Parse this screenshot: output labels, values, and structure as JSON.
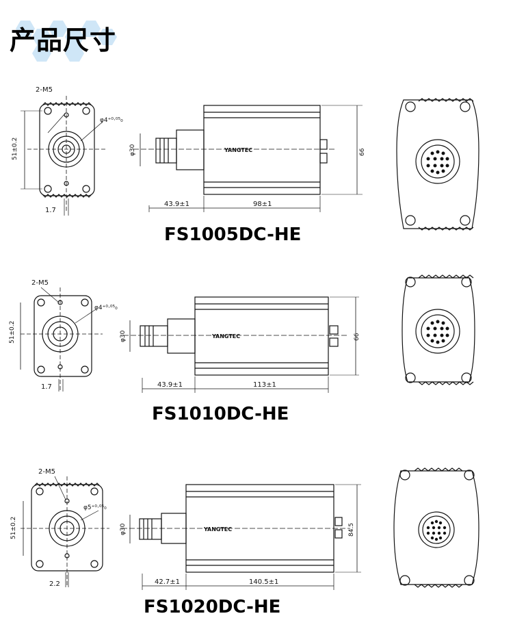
{
  "page": {
    "title": "产品尺寸"
  },
  "models": [
    {
      "name": "FS1005DC-HE",
      "thread_label": "2-M5",
      "height_label": "51±0.2",
      "offset_label": "1.7",
      "bore_label": "φ4⁺⁰·⁰⁵₀",
      "dia_label": "φ30",
      "body_height_label": "66",
      "shaft_len_label": "43.9±1",
      "body_len_label": "98±1",
      "brand_label": "YANGTEC"
    },
    {
      "name": "FS1010DC-HE",
      "thread_label": "2-M5",
      "height_label": "51±0.2",
      "offset_label": "1.7",
      "bore_label": "φ4⁺⁰·⁰⁵₀",
      "dia_label": "φ30",
      "body_height_label": "66",
      "shaft_len_label": "43.9±1",
      "body_len_label": "113±1",
      "brand_label": "YANGTEC"
    },
    {
      "name": "FS1020DC-HE",
      "thread_label": "2-M5",
      "height_label": "51±0.2",
      "offset_label": "2.2",
      "bore_label": "φ5⁺⁰·⁰⁵₀",
      "dia_label": "φ30",
      "body_height_label": "84.5",
      "shaft_len_label": "42.7±1",
      "body_len_label": "140.5±1",
      "brand_label": "YANGTEC"
    }
  ]
}
